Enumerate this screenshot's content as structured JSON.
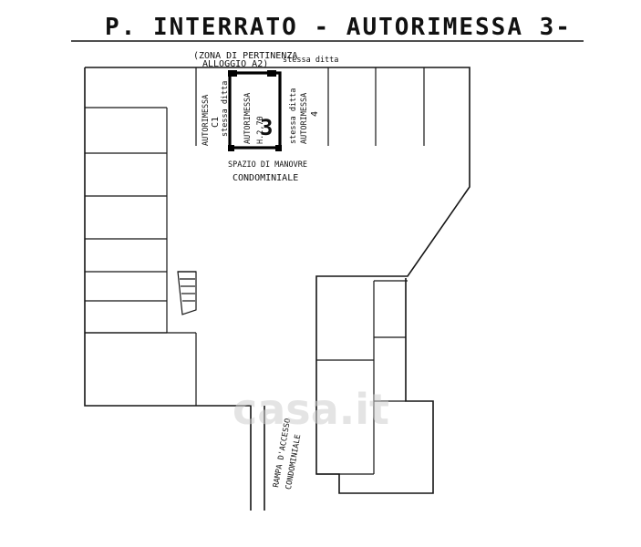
{
  "title": "P. INTERRATO - AUTORIMESSA 3-",
  "labels": {
    "zona_line1": "(ZONA DI PERTINENZA",
    "zona_line2": "ALLOGGIO A2)",
    "stessa_ditta_top": "stessa ditta",
    "c1_line1": "AUTORIMESSA",
    "c1_line2": "C1",
    "c1_line3": "stessa ditta",
    "garage3_line1": "AUTORIMESSA",
    "garage3_line2": "H.2,70",
    "garage3_number": "3",
    "g4_line1": "stessa ditta",
    "g4_line2": "AUTORIMESSA",
    "g4_line3": "4",
    "spazio_line1": "SPAZIO DI MANOVRE",
    "spazio_line2": "CONDOMINIALE",
    "rampa_line1": "RAMPA D'ACCESSO",
    "rampa_line2": "CONDOMINIALE"
  },
  "watermark": "casa.it",
  "colors": {
    "ink": "#111111",
    "watermark": "#cfcfcf",
    "background": "#ffffff"
  }
}
